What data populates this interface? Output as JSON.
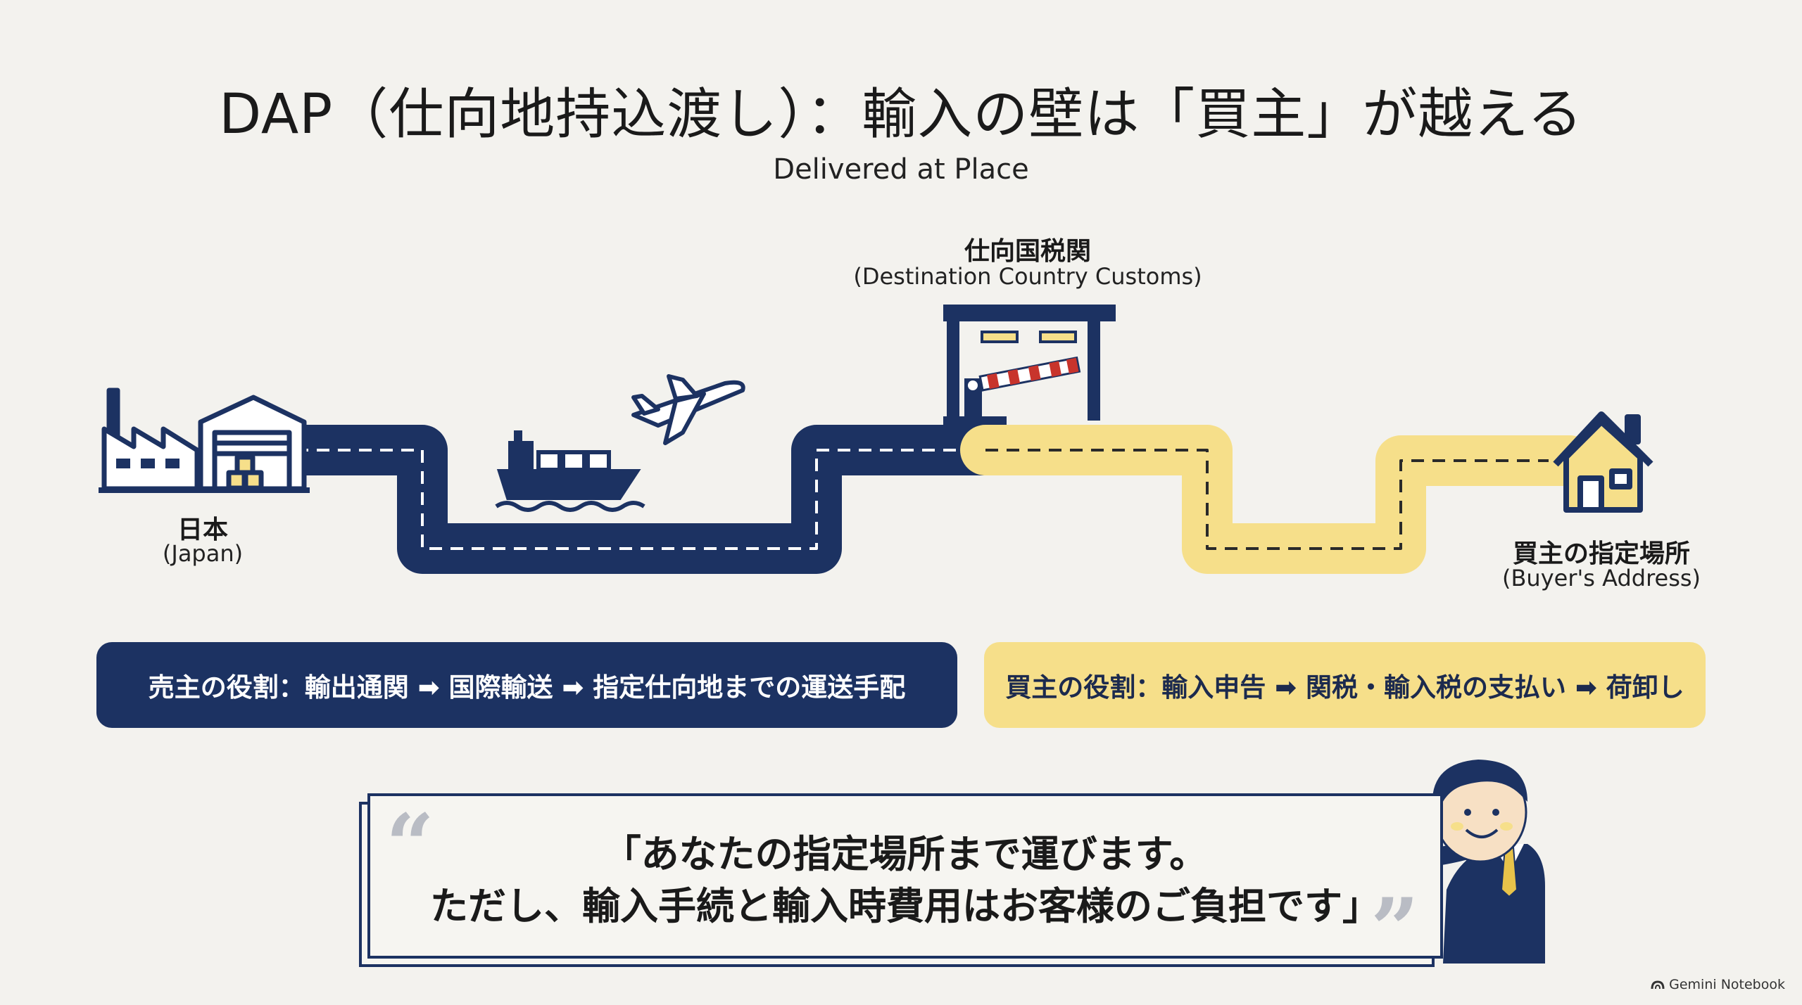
{
  "header": {
    "title": "DAP（仕向地持込渡し）：輸入の壁は「買主」が越える",
    "subtitle": "Delivered at Place"
  },
  "nodes": {
    "origin": {
      "label": "日本",
      "sublabel": "(Japan)"
    },
    "customs": {
      "label": "仕向国税関",
      "sublabel": "(Destination Country Customs)"
    },
    "destination": {
      "label": "買主の指定場所",
      "sublabel": "(Buyer's Address)"
    }
  },
  "roles": {
    "seller": "売主の役割：輸出通関 ➡ 国際輸送 ➡ 指定仕向地までの運送手配",
    "buyer": "買主の役割：輸入申告 ➡ 関税・輸入税の支払い ➡ 荷卸し"
  },
  "quote": {
    "line1": "「あなたの指定場所まで運びます。",
    "line2": "ただし、輸入手続と輸入時費用はお客様のご負担です」"
  },
  "footer": {
    "brand": "Gemini Notebook"
  },
  "colors": {
    "seller_navy": "#1c3262",
    "buyer_yellow": "#f6df8a",
    "background": "#f3f2ee",
    "barrier_red": "#c8342c"
  },
  "icons": {
    "origin": "factory-warehouse-icon",
    "ship": "cargo-ship-icon",
    "plane": "airplane-icon",
    "customs": "customs-gate-icon",
    "destination": "house-icon",
    "presenter": "businessman-icon"
  }
}
